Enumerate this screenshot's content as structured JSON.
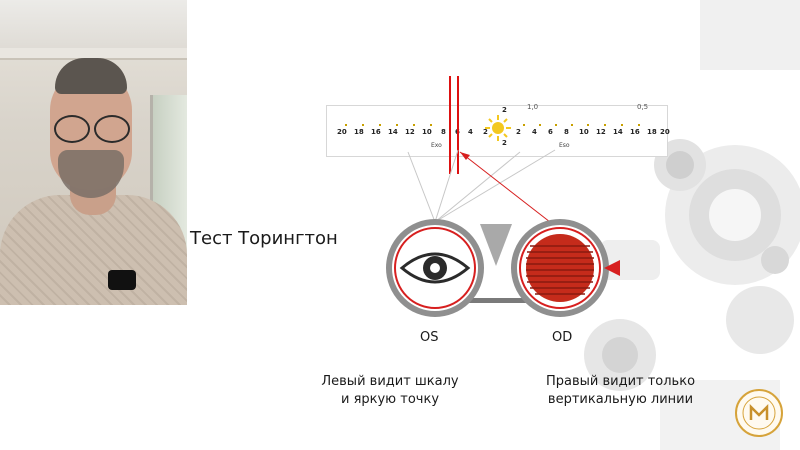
{
  "slide": {
    "title": "Тест Торингтон",
    "os_label": "OS",
    "od_label": "OD",
    "left_caption_line1": "Левый видит шкалу",
    "left_caption_line2": "и яркую точку",
    "right_caption_line1": "Правый видит только",
    "right_caption_line2": "вертикальную линии"
  },
  "scale": {
    "left_numbers": [
      "20",
      "18",
      "16",
      "14",
      "12",
      "10",
      "8",
      "6",
      "4",
      "2"
    ],
    "right_numbers": [
      "2",
      "4",
      "6",
      "8",
      "10",
      "12",
      "14",
      "16",
      "18",
      "20"
    ],
    "left_zone": "Exo",
    "right_zone": "Eso",
    "top_mark": "2",
    "bottom_mark": "2",
    "top_right_a": "1,0",
    "top_right_b": "0,5"
  },
  "icons": {
    "eye": "eye-icon",
    "triangle": "prism-triangle-icon",
    "red_marker": "red-arrow-marker-icon",
    "light_source": "light-spot-icon",
    "maddox_rod": "maddox-rod-lens-icon",
    "seal": "logo-seal-icon"
  },
  "colors": {
    "accent_red": "#d71f1f",
    "ring_gray": "#8f8f8f",
    "lens_red": "#c52b1b",
    "light_yellow": "#f3c820"
  }
}
